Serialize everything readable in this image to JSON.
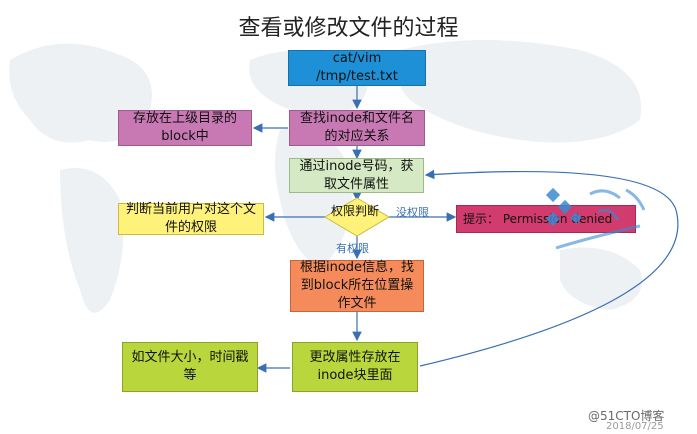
{
  "title": "查看或修改文件的过程",
  "nodes": {
    "start": "cat/vim  /tmp/test.txt",
    "find_inode": "查找inode和文件名的对应关系",
    "parent_block": "存放在上级目录的block中",
    "get_attr": "通过inode号码，获取文件属性",
    "judge_perm": "判断当前用户对这个文件的权限",
    "decision": "权限判断",
    "denied": "提示： Permission denied",
    "find_block": "根据inode信息，找到block所在位置操作文件",
    "update_attr": "更改属性存放在inode块里面",
    "example_attr": "如文件大小，时间戳等"
  },
  "edge_labels": {
    "no_perm": "没权限",
    "has_perm": "有权限"
  },
  "watermarks": {
    "site": "@51CTO博客",
    "date": "2018/07/25"
  }
}
